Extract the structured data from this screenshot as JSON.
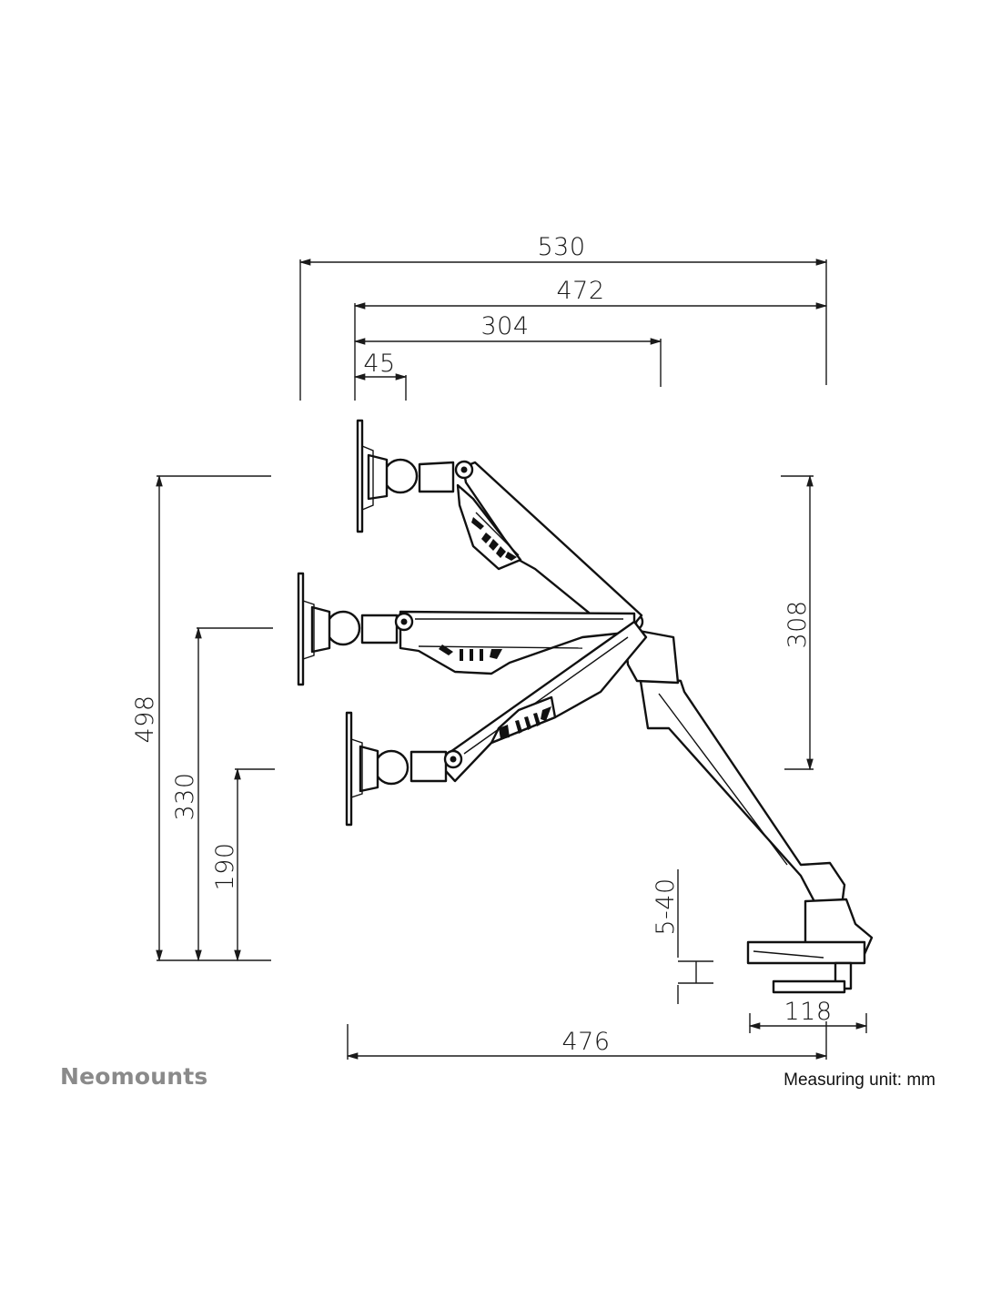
{
  "brand": {
    "name": "Neomounts"
  },
  "footer": {
    "unit_note": "Measuring unit: mm"
  },
  "dimensions": {
    "width_total": "530",
    "width_472": "472",
    "width_304": "304",
    "width_45": "45",
    "height_498": "498",
    "height_330": "330",
    "height_190": "190",
    "height_308": "308",
    "desk_thickness": "5-40",
    "clamp_depth": "118",
    "base_reach": "476"
  },
  "colors": {
    "line": "#1a1a1a",
    "brand_gray": "#8a8a8a"
  }
}
